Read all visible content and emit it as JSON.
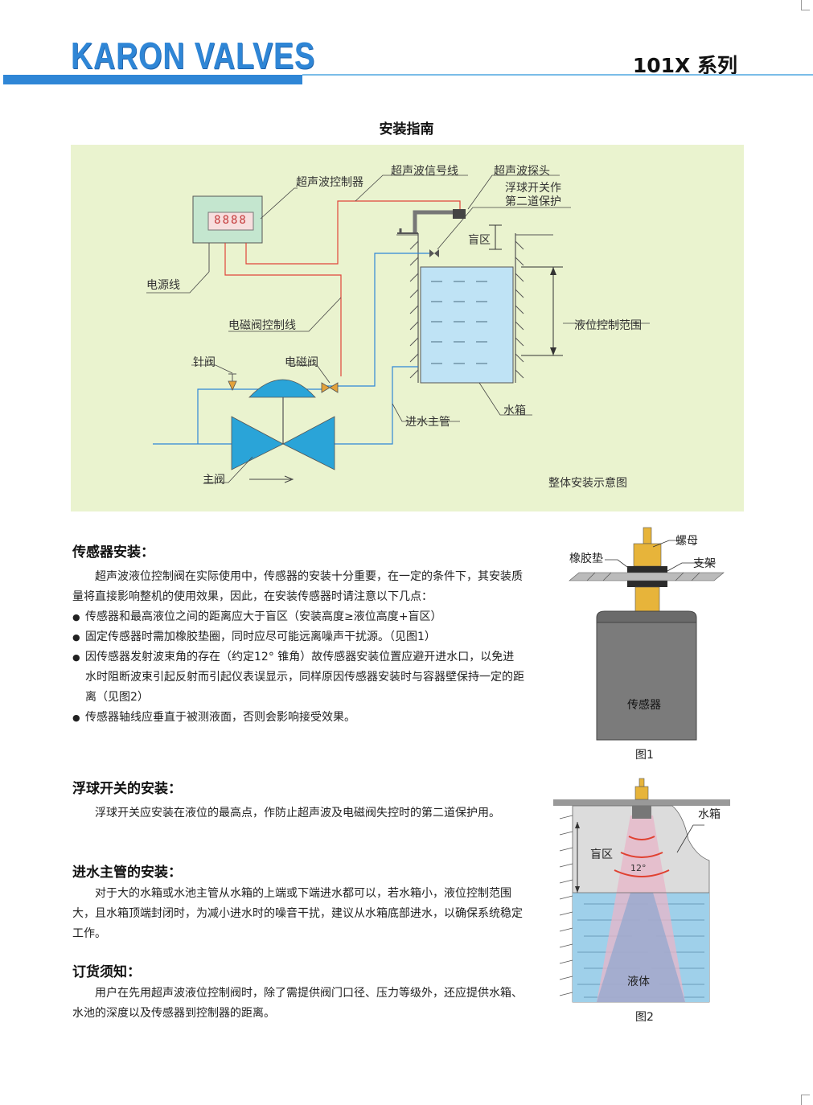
{
  "header": {
    "logo": "KARON VALVES",
    "series": "101X 系列"
  },
  "page_title": "安装指南",
  "diagram": {
    "display": "8888",
    "labels": {
      "controller": "超声波控制器",
      "signal_line": "超声波信号线",
      "probe": "超声波探头",
      "float_switch_line1": "浮球开关作",
      "float_switch_line2": "第二道保护",
      "blind_zone": "盲区",
      "power_line": "电源线",
      "level_range": "液位控制范围",
      "solenoid_line": "电磁阀控制线",
      "needle_valve": "针阀",
      "solenoid_valve": "电磁阀",
      "inlet_pipe": "进水主管",
      "tank": "水箱",
      "main_valve": "主阀",
      "caption": "整体安装示意图"
    }
  },
  "sections": {
    "sensor": {
      "title": "传感器安装：",
      "intro": "超声波液位控制阀在实际使用中，传感器的安装十分重要，在一定的条件下，其安装质量将直接影响整机的使用效果，因此，在安装传感器时请注意以下几点：",
      "bullets": [
        "传感器和最高液位之间的距离应大于盲区（安装高度≥液位高度+盲区）",
        "固定传感器时需加橡胶垫圈，同时应尽可能远离噪声干扰源。（见图1）",
        "因传感器发射波束角的存在（约定12° 锥角）故传感器安装位置应避开进水口，以免进水时阻断波束引起反射而引起仪表误显示，同样原因传感器安装时与容器壁保持一定的距离（见图2）",
        "传感器轴线应垂直于被测液面，否则会影响接受效果。"
      ]
    },
    "float": {
      "title": "浮球开关的安装：",
      "text": "浮球开关应安装在液位的最高点，作防止超声波及电磁阀失控时的第二道保护用。"
    },
    "inlet": {
      "title": "进水主管的安装：",
      "text": "对于大的水箱或水池主管从水箱的上端或下端进水都可以，若水箱小，液位控制范围大，且水箱顶端封闭时，为减小进水时的噪音干扰，建议从水箱底部进水，以确保系统稳定工作。"
    },
    "order": {
      "title": "订货须知：",
      "text": "用户在先用超声波液位控制阀时，除了需提供阀门口径、压力等级外，还应提供水箱、水池的深度以及传感器到控制器的距离。"
    }
  },
  "fig1": {
    "nut": "螺母",
    "rubber": "橡胶垫",
    "bracket": "支架",
    "sensor": "传感器",
    "caption": "图1"
  },
  "fig2": {
    "tank": "水箱",
    "blind": "盲区",
    "angle": "12°",
    "liquid": "液体",
    "caption": "图2"
  }
}
